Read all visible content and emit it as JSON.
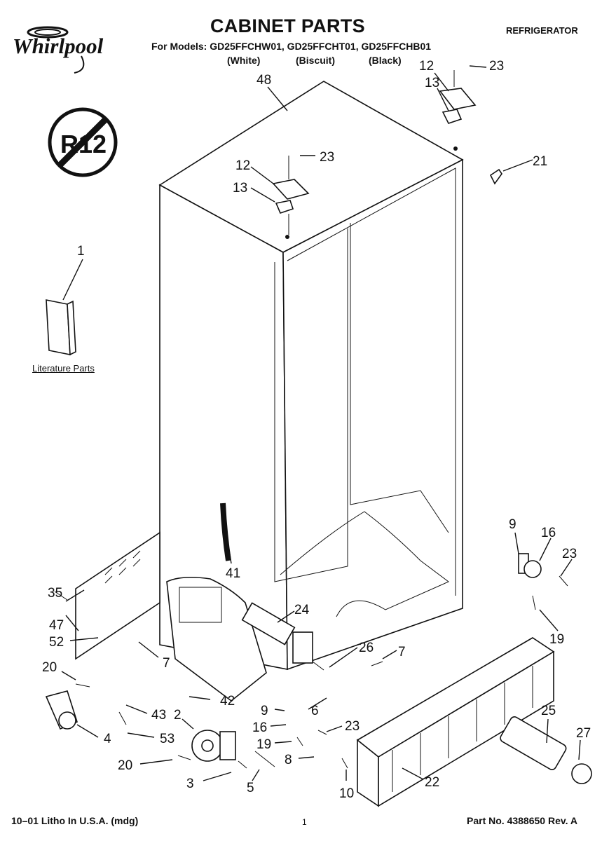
{
  "header": {
    "brand": "Whirlpool",
    "title": "CABINET PARTS",
    "product_type": "REFRIGERATOR",
    "models_line": "For Models: GD25FFCHW01, GD25FFCHT01, GD25FFCHB01",
    "variants": [
      "(White)",
      "(Biscuit)",
      "(Black)"
    ]
  },
  "badge": {
    "text": "R12"
  },
  "literature": {
    "caption": "Literature Parts"
  },
  "callouts": [
    "48",
    "12",
    "23",
    "13",
    "21",
    "12",
    "23",
    "13",
    "1",
    "41",
    "9",
    "16",
    "23",
    "35",
    "47",
    "24",
    "19",
    "52",
    "7",
    "26",
    "7",
    "20",
    "42",
    "9",
    "6",
    "43",
    "2",
    "16",
    "23",
    "25",
    "27",
    "4",
    "53",
    "19",
    "8",
    "20",
    "3",
    "5",
    "10",
    "22"
  ],
  "footer": {
    "left": "10–01 Litho In U.S.A. (mdg)",
    "page": "1",
    "right": "Part No. 4388650 Rev. A"
  }
}
